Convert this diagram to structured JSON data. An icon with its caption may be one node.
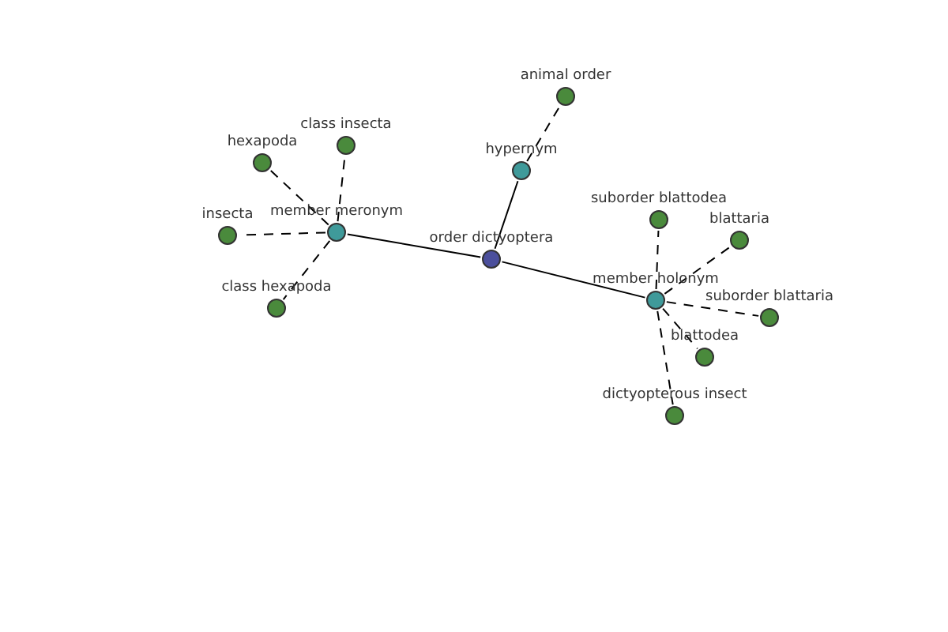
{
  "diagram": {
    "nodes": [
      {
        "text": [
          "order dictyoptera"
        ]
      },
      {
        "text": [
          "hypernym"
        ]
      },
      {
        "text": [
          "animal order"
        ]
      },
      {
        "text": [
          "member meronym"
        ]
      },
      {
        "text": [
          "class insecta"
        ]
      },
      {
        "text": [
          "hexapoda"
        ]
      },
      {
        "text": [
          "insecta"
        ]
      },
      {
        "text": [
          "class hexapoda"
        ]
      },
      {
        "text": [
          "member holonym"
        ]
      },
      {
        "text": [
          "suborder blattodea"
        ]
      },
      {
        "text": [
          "blattaria"
        ]
      },
      {
        "text": [
          "suborder blattaria"
        ]
      },
      {
        "text": [
          "blattodea"
        ]
      },
      {
        "text": [
          "dictyopterous insect"
        ]
      }
    ],
    "edges": [
      {
        "from": 0,
        "to": 1,
        "arrow": "none"
      },
      {
        "from": 1,
        "to": 2,
        "arrow": "none",
        "style": "dashed"
      },
      {
        "from": 0,
        "to": 3,
        "arrow": "none"
      },
      {
        "from": 3,
        "to": 4,
        "arrow": "none",
        "style": "dashed"
      },
      {
        "from": 3,
        "to": 5,
        "arrow": "none",
        "style": "dashed"
      },
      {
        "from": 3,
        "to": 6,
        "arrow": "none",
        "style": "dashed"
      },
      {
        "from": 3,
        "to": 7,
        "arrow": "none",
        "style": "dashed"
      },
      {
        "from": 0,
        "to": 8,
        "arrow": "none"
      },
      {
        "from": 8,
        "to": 9,
        "arrow": "none",
        "style": "dashed"
      },
      {
        "from": 8,
        "to": 10,
        "arrow": "none",
        "style": "dashed"
      },
      {
        "from": 8,
        "to": 11,
        "arrow": "none",
        "style": "dashed"
      },
      {
        "from": 8,
        "to": 12,
        "arrow": "none",
        "style": "dashed"
      },
      {
        "from": 8,
        "to": 13,
        "arrow": "none",
        "style": "dashed"
      }
    ]
  }
}
